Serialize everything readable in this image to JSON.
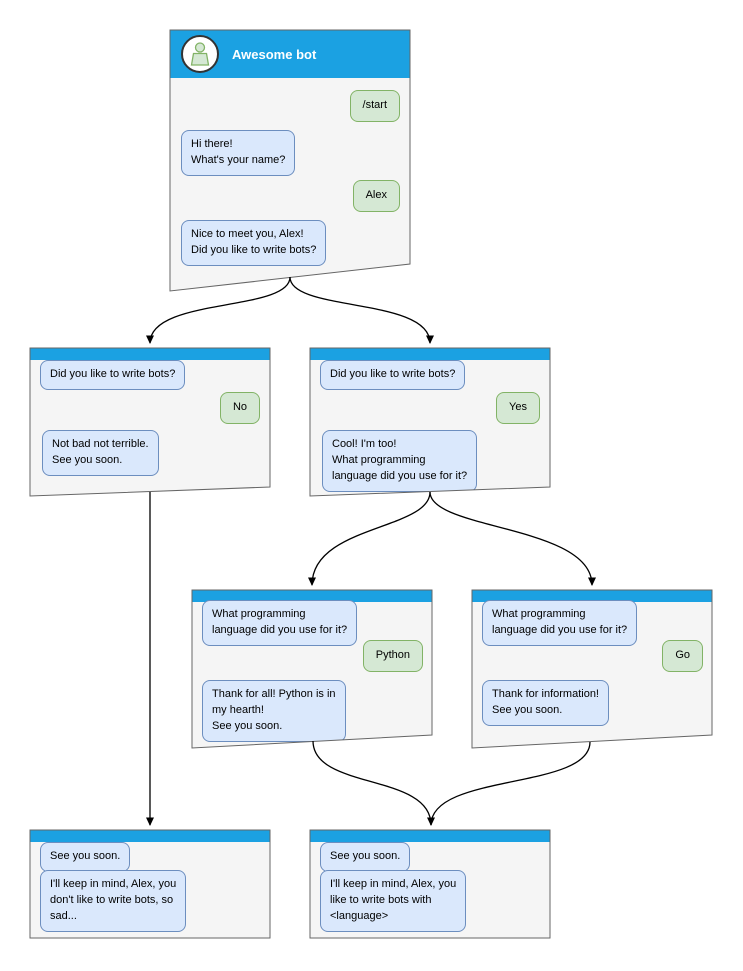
{
  "diagram": {
    "kind": "chatbot-conversation-flowchart",
    "bot_title": "Awesome bot"
  },
  "colors": {
    "header_blue": "#1BA1E2",
    "window_bg": "#F5F5F5",
    "window_border": "#666666",
    "bot_bubble_bg": "#DAE8FC",
    "bot_bubble_border": "#6C8EBF",
    "user_bubble_bg": "#D5E8D4",
    "user_bubble_border": "#82B366"
  },
  "windows": {
    "main": {
      "title": "Awesome bot",
      "avatar_icon": "person-icon",
      "start_command": "/start",
      "greeting": "Hi there!\nWhat's your name?",
      "user_name": "Alex",
      "question": "Nice to meet you, Alex!\nDid you like to write bots?"
    },
    "no_branch": {
      "question": "Did you like to write bots?",
      "answer": "No",
      "reply": "Not bad not terrible.\nSee you soon."
    },
    "yes_branch": {
      "question": "Did you like to write bots?",
      "answer": "Yes",
      "reply": "Cool! I'm too!\nWhat programming\nlanguage did you use for it?"
    },
    "python_branch": {
      "question": "What programming\nlanguage did you use for it?",
      "answer": "Python",
      "reply": "Thank for all! Python is in\nmy hearth!\nSee you soon."
    },
    "go_branch": {
      "question": "What programming\nlanguage did you use for it?",
      "answer": "Go",
      "reply": "Thank for information!\nSee you soon."
    },
    "end_no": {
      "question": "See you soon.",
      "reply": "I'll keep in mind, Alex, you\ndon't like to write bots, so\nsad..."
    },
    "end_yes": {
      "question": "See you soon.",
      "reply": "I'll keep in mind, Alex, you\nlike to write bots with\n<language>"
    }
  }
}
